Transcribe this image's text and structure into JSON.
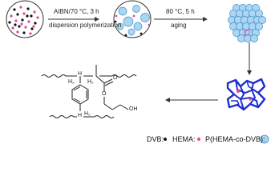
{
  "steps": {
    "step1_label": "AIBN/70 °C, 3 h",
    "step1_sublabel": "dispersion polymerization",
    "step2_label": "80 °C, 5 h",
    "step2_sublabel": "aging"
  },
  "legend": {
    "dvb": "DVB:",
    "hema": "HEMA:",
    "copolymer": "P(HEMA-co-DVB):"
  },
  "structure": {
    "h2_a": "H₂",
    "h2_b": "H₂",
    "h2_c": "H₂",
    "h_a": "H",
    "h_b": "H",
    "o_carbonyl": "O",
    "o_ester": "O",
    "oh": "OH"
  },
  "colors": {
    "dvb_dot": "#111111",
    "hema_dot": "#e0489b",
    "sphere_fill": "#a9d6f2",
    "sphere_stroke": "#4a8fc6",
    "network": "#1f2fcf"
  }
}
